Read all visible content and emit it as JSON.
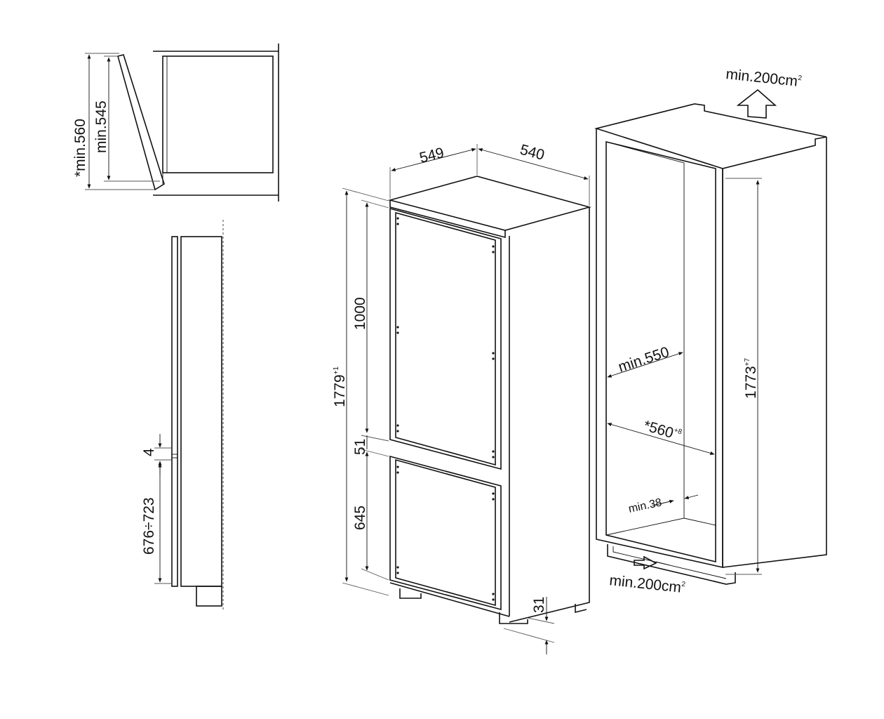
{
  "colors": {
    "line": "#111111",
    "background": "#ffffff"
  },
  "top_view": {
    "dim_outer": "*min.560",
    "dim_inner": "min.545"
  },
  "side_view": {
    "dim_gap": "4",
    "dim_door": "676÷723"
  },
  "fridge": {
    "dim_width": "549",
    "dim_depth": "540",
    "dim_height": "1779",
    "dim_height_tol": "+1",
    "dim_upper_door": "1000",
    "dim_door_gap": "51",
    "dim_lower_door": "645",
    "dim_foot": "31"
  },
  "niche": {
    "vent_top": "min.200cm",
    "vent_top_sup": "2",
    "vent_bottom": "min.200cm",
    "vent_bottom_sup": "2",
    "dim_depth": "min.550",
    "dim_width": "*560",
    "dim_width_tol": "+8",
    "dim_height": "1773",
    "dim_height_tol": "+7",
    "dim_min38": "min.38"
  }
}
